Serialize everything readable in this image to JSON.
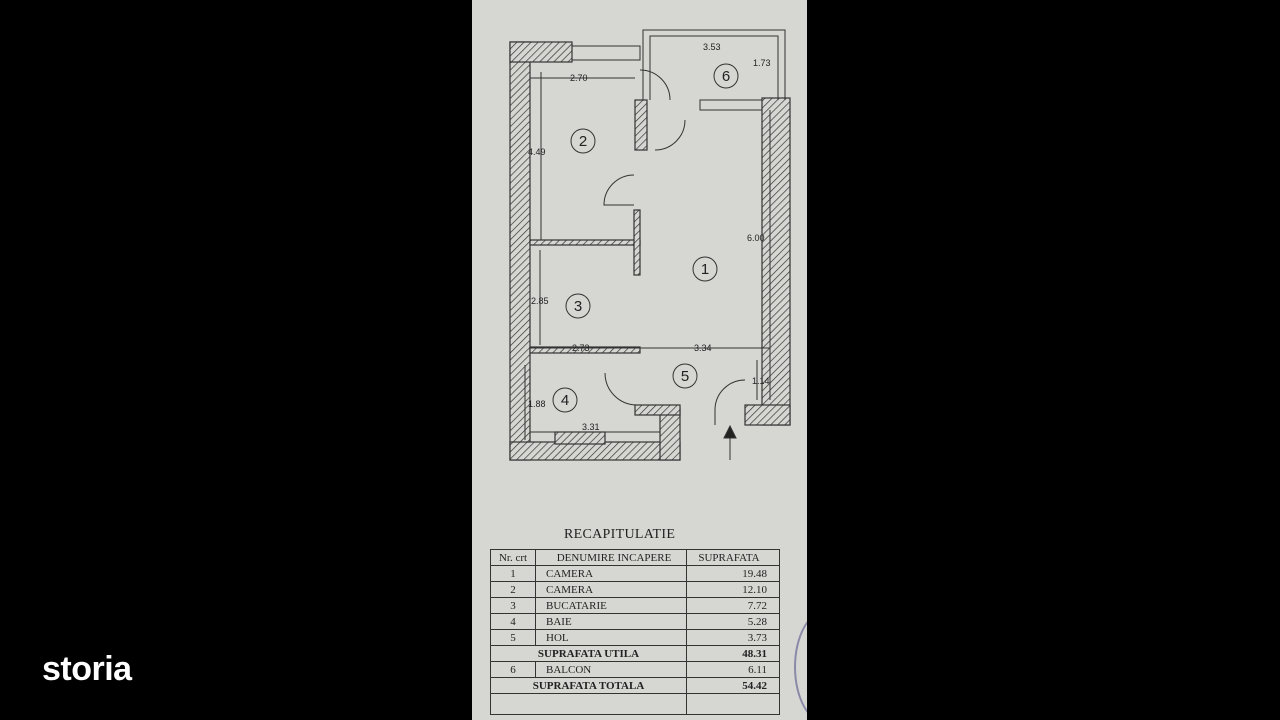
{
  "brand": {
    "logo": "storia"
  },
  "plan": {
    "dimensions": {
      "d1": "3.53",
      "d2": "1.73",
      "d3": "2.70",
      "d4": "4.49",
      "d5": "6.00",
      "d6": "2.85",
      "d7": "2.73",
      "d8": "3.34",
      "d9": "1.14",
      "d10": "1.88",
      "d11": "3.31"
    },
    "rooms": [
      "1",
      "2",
      "3",
      "4",
      "5",
      "6"
    ]
  },
  "recap": {
    "title": "RECAPITULATIE",
    "headers": [
      "Nr. crt",
      "DENUMIRE INCAPERE",
      "SUPRAFATA"
    ],
    "rows": [
      {
        "nr": "1",
        "name": "CAMERA",
        "area": "19.48"
      },
      {
        "nr": "2",
        "name": "CAMERA",
        "area": "12.10"
      },
      {
        "nr": "3",
        "name": "BUCATARIE",
        "area": "7.72"
      },
      {
        "nr": "4",
        "name": "BAIE",
        "area": "5.28"
      },
      {
        "nr": "5",
        "name": "HOL",
        "area": "3.73"
      }
    ],
    "useful": {
      "label": "SUPRAFATA UTILA",
      "area": "48.31"
    },
    "balcony": {
      "nr": "6",
      "name": "BALCON",
      "area": "6.11"
    },
    "total": {
      "label": "SUPRAFATA TOTALA",
      "area": "54.42"
    }
  }
}
